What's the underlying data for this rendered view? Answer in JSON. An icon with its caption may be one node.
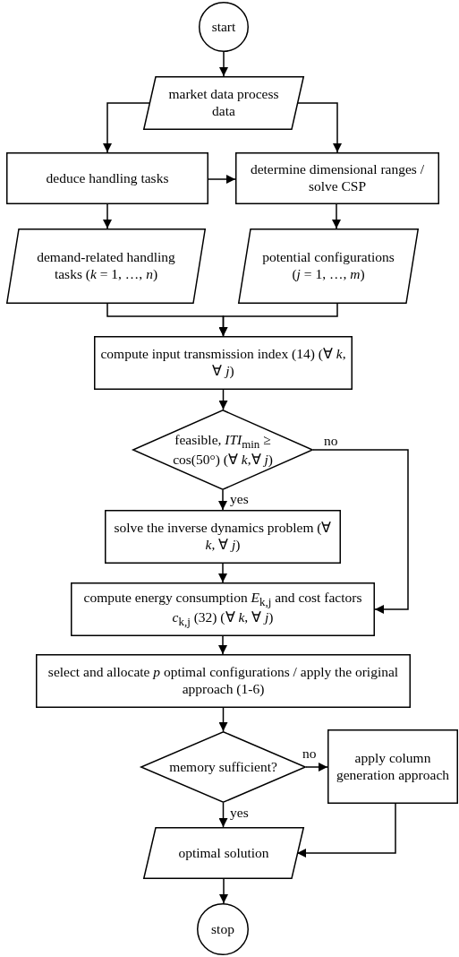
{
  "diagram": {
    "nodes": [
      {
        "text": [
          "start"
        ]
      },
      {
        "text": [
          "market data process data"
        ]
      },
      {
        "text": [
          "deduce handling tasks"
        ]
      },
      {
        "text": [
          "determine dimensional ranges / solve CSP"
        ]
      },
      {
        "text": [
          "demand-related handling tasks (*k* = 1, …, *n*)"
        ]
      },
      {
        "text": [
          "potential configurations (*j* = 1, …, *m*)"
        ]
      },
      {
        "text": [
          "compute input transmission index (14) (∀ *k*, ∀ *j*)"
        ]
      },
      {
        "text": [
          "feasible, *ITI*$_{min}$ ≥ cos(50°) (∀ *k*,∀ *j*)"
        ]
      },
      {
        "text": [
          "solve the inverse dynamics problem (∀ *k*, ∀ *j*)"
        ]
      },
      {
        "text": [
          "compute energy consumption *E*$_{k,j}$ and cost factors *c*$_{k,j}$ (32) (∀ *k*, ∀ *j*)"
        ]
      },
      {
        "text": [
          "select and allocate *p* optimal configurations / apply the original approach (1-6)"
        ]
      },
      {
        "text": [
          "memory sufficient?"
        ]
      },
      {
        "text": [
          "apply column generation approach"
        ]
      },
      {
        "text": [
          "optimal solution"
        ]
      },
      {
        "text": [
          "stop"
        ]
      }
    ],
    "edges": [
      {
        "from": 0,
        "to": 1,
        "arrow": "to"
      },
      {
        "from": 1,
        "to": 2,
        "arrow": "to"
      },
      {
        "from": 1,
        "to": 3,
        "arrow": "to"
      },
      {
        "from": 2,
        "to": 3,
        "arrow": "to"
      },
      {
        "from": 2,
        "to": 4,
        "arrow": "to"
      },
      {
        "from": 3,
        "to": 5,
        "arrow": "to"
      },
      {
        "from": 4,
        "to": 6,
        "arrow": "to"
      },
      {
        "from": 5,
        "to": 6,
        "arrow": "to"
      },
      {
        "from": 6,
        "to": 7,
        "arrow": "to"
      },
      {
        "from": 7,
        "to": 8,
        "arrow": "to",
        "label": "yes"
      },
      {
        "from": 7,
        "to": 9,
        "arrow": "to",
        "label": "no"
      },
      {
        "from": 8,
        "to": 9,
        "arrow": "to"
      },
      {
        "from": 9,
        "to": 10,
        "arrow": "to"
      },
      {
        "from": 10,
        "to": 11,
        "arrow": "to"
      },
      {
        "from": 11,
        "to": 12,
        "arrow": "to",
        "label": "no"
      },
      {
        "from": 11,
        "to": 13,
        "arrow": "to",
        "label": "yes"
      },
      {
        "from": 12,
        "to": 13,
        "arrow": "to"
      },
      {
        "from": 13,
        "to": 14,
        "arrow": "to"
      }
    ]
  }
}
